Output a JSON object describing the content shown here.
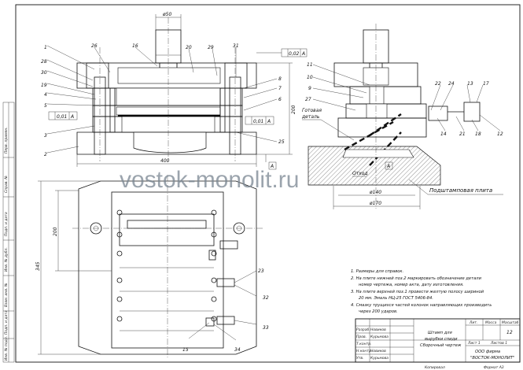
{
  "watermark": "vostok-monolit.ru",
  "dimensions": {
    "d50": "ø50",
    "d400": "400",
    "d200_side": "200",
    "d200_plan": "200",
    "d345": "345",
    "d140": "ø140",
    "d170": "ø170"
  },
  "section_marks": {
    "a1": "A",
    "a2": "A"
  },
  "tolerances": {
    "flat": {
      "value": "0,02",
      "base": "A"
    },
    "left1": {
      "value": "0,01",
      "base": "A"
    },
    "left2": {
      "value": "0,01",
      "base": "A"
    }
  },
  "callouts": {
    "p1": "1",
    "p2": "2",
    "p3": "3",
    "p4": "4",
    "p5": "5",
    "p6": "6",
    "p7": "7",
    "p8": "8",
    "p9": "9",
    "p10": "10",
    "p11": "11",
    "p12": "12",
    "p13": "13",
    "p14": "14",
    "p15": "15",
    "p16": "16",
    "p17": "17",
    "p18": "18",
    "p19": "19",
    "p20": "20",
    "p21": "21",
    "p22": "22",
    "p23": "23",
    "p24": "24",
    "p25": "25",
    "p26": "26",
    "p27": "27",
    "p28": "28",
    "p29": "29",
    "p30": "30",
    "p31": "31",
    "p32": "32",
    "p33": "33",
    "p34": "34"
  },
  "labels": {
    "finished_part_1": "Готовая",
    "finished_part_2": "деталь",
    "waste": "Отход",
    "under_die_plate": "Подштамповая плита"
  },
  "notes": [
    "1. Размеры для справок.",
    "2. На плите нижней поз.2 маркировать обозначение детали",
    "номер чертежа, номер акта, дату изготовления.",
    "3. На плите верхней поз.1 провести желтую полосу шириной",
    "20 мм. Эмаль НЦ-25 ГОСТ 5406-84.",
    "4. Смазку трущихся частей колонок направляющих производить",
    "через 200 ударов."
  ],
  "title_block": {
    "title_1": "Штамп для",
    "title_2": "вырубки спиди",
    "title_3": "Сборочный чертеж",
    "company_1": "ООО фирма",
    "company_2": "\"ВОСТОК-МОНОЛИТ\"",
    "scale": "12",
    "sheet": "Лист 1",
    "sheets": "Листов 1",
    "col_lit": "Лит.",
    "col_mass": "Масса",
    "col_scale": "Масштаб",
    "developer_role": "Разраб.",
    "developer_name": "Новиков",
    "checker_role": "Пров.",
    "checker_name": "Курьмова",
    "tcontrol_role": "Т.контр.",
    "ncontrol_role": "Н.контр.",
    "ncontrol_name": "Новиков",
    "approved_role": "Утв.",
    "approved_name": "Курьмова",
    "copied": "Копировал",
    "format": "Формат A3"
  },
  "side_stamp": [
    "Перв. примен.",
    "Справ. №",
    "Подп. и дата",
    "Инв. № дубл.",
    "Взам. инв. №",
    "Подп. и дата",
    "Инв. № подл."
  ]
}
